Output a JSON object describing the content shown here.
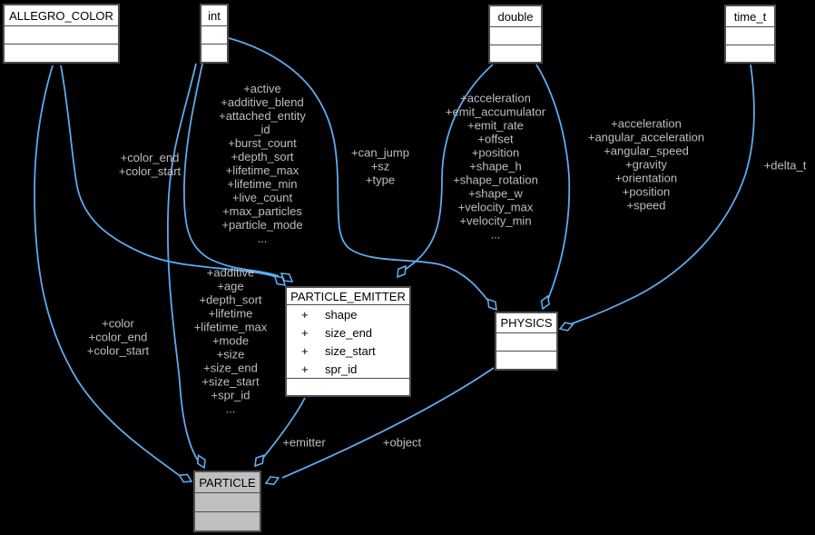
{
  "diagram": {
    "background_color": "#000000",
    "edge_color": "#5fabee",
    "edge_label_color": "#bebebe",
    "node_fill": "#ffffff",
    "node_border_color": "#4d4d4d",
    "focus_node_fill": "#bfbfbf"
  },
  "nodes": {
    "allegro_color": {
      "title": "ALLEGRO_COLOR"
    },
    "int": {
      "title": "int"
    },
    "double": {
      "title": "double"
    },
    "time_t": {
      "title": "time_t"
    },
    "particle_emitter": {
      "title": "PARTICLE_EMITTER",
      "members": [
        {
          "vis": "+",
          "name": "shape"
        },
        {
          "vis": "+",
          "name": "size_end"
        },
        {
          "vis": "+",
          "name": "size_start"
        },
        {
          "vis": "+",
          "name": "spr_id"
        }
      ]
    },
    "physics": {
      "title": "PHYSICS"
    },
    "particle": {
      "title": "PARTICLE"
    }
  },
  "edge_labels": {
    "allegro_to_emitter": "+color_end\n+color_start",
    "allegro_to_particle": "+color\n+color_end\n+color_start",
    "int_to_emitter": "+active\n+additive_blend\n+attached_entity\n_id\n+burst_count\n+depth_sort\n+lifetime_max\n+lifetime_min\n+live_count\n+max_particles\n+particle_mode\n...",
    "int_to_physics": "+can_jump\n+sz\n+type",
    "int_to_particle": "+additive\n+age\n+depth_sort\n+lifetime\n+lifetime_max\n+mode\n+size\n+size_end\n+size_start\n+spr_id\n...",
    "double_to_emitter": "+acceleration\n+emit_accumulator\n+emit_rate\n+offset\n+position\n+shape_h\n+shape_rotation\n+shape_w\n+velocity_max\n+velocity_min\n...",
    "double_to_physics": "+acceleration\n+angular_acceleration\n+angular_speed\n+gravity\n+orientation\n+position\n+speed",
    "time_to_physics": "+delta_t",
    "emitter_to_particle": "+emitter",
    "physics_to_particle": "+object"
  }
}
